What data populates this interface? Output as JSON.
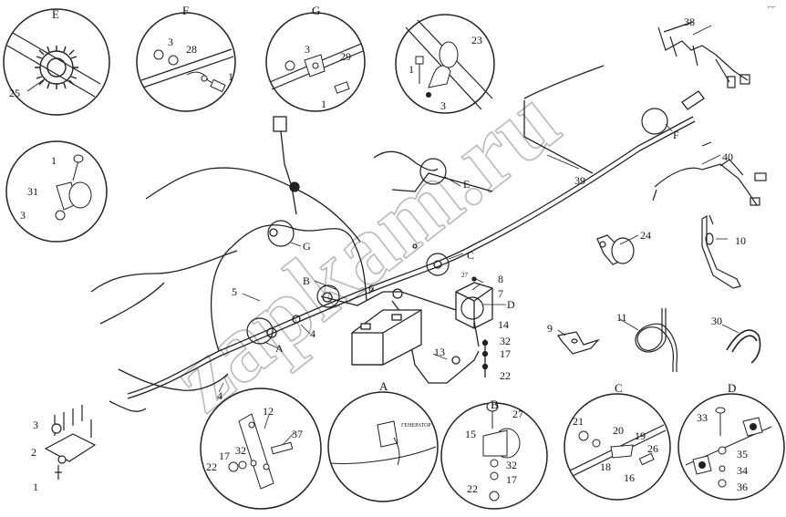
{
  "watermark": "zapkam.ru",
  "corner_mark": "⌐⌐",
  "box_caption": "ГЕНЕРАТОР",
  "callouts": [
    {
      "id": "E",
      "letter": "E",
      "parts": [
        "25"
      ]
    },
    {
      "id": "F",
      "letter": "F",
      "parts": [
        "3",
        "28",
        "1"
      ]
    },
    {
      "id": "G",
      "letter": "G",
      "parts": [
        "3",
        "29",
        "1"
      ]
    },
    {
      "id": "H",
      "letter": "",
      "parts": [
        "23",
        "1",
        "3"
      ]
    },
    {
      "id": "I",
      "letter": "",
      "parts": [
        "1",
        "31",
        "3"
      ]
    },
    {
      "id": "A",
      "letter": "A",
      "parts": []
    },
    {
      "id": "B",
      "letter": "B",
      "parts": [
        "27",
        "15",
        "32",
        "17",
        "22"
      ]
    },
    {
      "id": "C",
      "letter": "C",
      "parts": [
        "21",
        "20",
        "19",
        "26",
        "18",
        "16"
      ]
    },
    {
      "id": "D",
      "letter": "D",
      "parts": [
        "33",
        "35",
        "34",
        "36"
      ]
    },
    {
      "id": "J",
      "letter": "",
      "parts": [
        "12",
        "37",
        "17",
        "32",
        "22"
      ]
    }
  ],
  "main_labels": {
    "harness_letters": [
      "B",
      "C",
      "D",
      "E",
      "F",
      "G",
      "A"
    ],
    "parts": [
      "2",
      "3",
      "1",
      "4",
      "4",
      "5",
      "6",
      "7",
      "8",
      "9",
      "10",
      "11",
      "13",
      "14",
      "17",
      "22",
      "24",
      "27",
      "30",
      "32",
      "38",
      "39",
      "40"
    ]
  }
}
